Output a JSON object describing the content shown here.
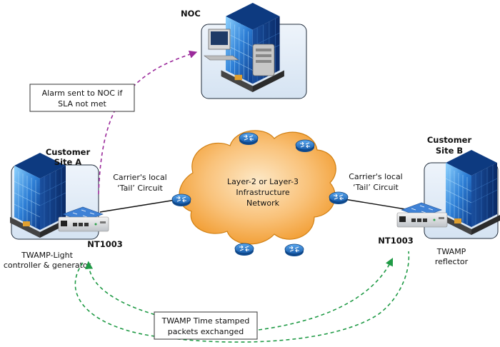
{
  "noc": {
    "label": "NOC"
  },
  "alarm": {
    "line1": "Alarm sent to NOC if",
    "line2": "SLA not met"
  },
  "site_a": {
    "title_line1": "Customer",
    "title_line2": "Site A",
    "device": "NT1003",
    "caption_line1": "TWAMP-Light",
    "caption_line2": "controller & generator"
  },
  "site_b": {
    "title_line1": "Customer",
    "title_line2": "Site B",
    "device": "NT1003",
    "caption_line1": "TWAMP",
    "caption_line2": "reflector"
  },
  "tail_left": {
    "line1": "Carrier's local",
    "line2": "‘Tail’ Circuit"
  },
  "tail_right": {
    "line1": "Carrier's local",
    "line2": "‘Tail’ Circuit"
  },
  "cloud": {
    "line1": "Layer-2 or Layer-3",
    "line2": "Infrastructure",
    "line3": "Network"
  },
  "twamp": {
    "line1": "TWAMP Time stamped",
    "line2": "packets exchanged"
  },
  "colors": {
    "alarm_arrow": "#9b2a9b",
    "twamp_arrow": "#1f9a45",
    "cloud": "#f7a840",
    "router": "#1f6fbf"
  }
}
